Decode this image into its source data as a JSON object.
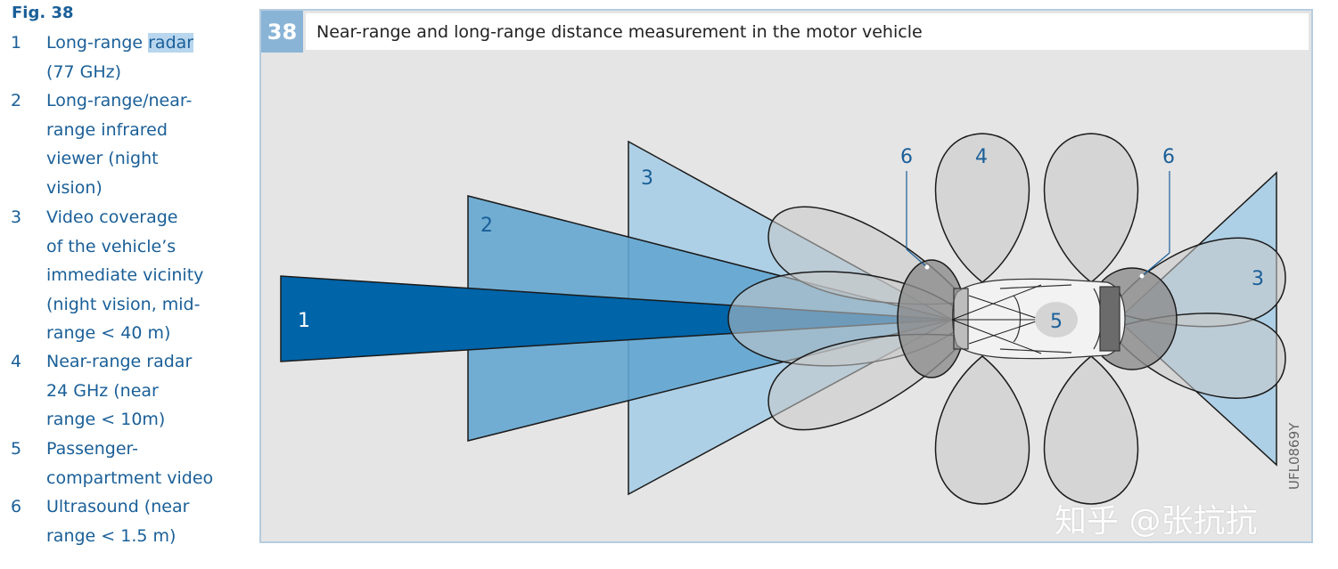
{
  "figure": {
    "label": "Fig. 38",
    "badge": "38",
    "caption": "Near-range and long-range distance measurement in the motor vehicle",
    "code": "UFL0869Y"
  },
  "legend": {
    "items": [
      {
        "num": "1",
        "text_pre": "Long-range ",
        "text_hl": "radar",
        "text_post": "\n(77 GHz)"
      },
      {
        "num": "2",
        "text": "Long-range/near-\nrange infrared\nviewer (night\nvision)"
      },
      {
        "num": "3",
        "text": "Video coverage\nof the vehicle’s\nimmediate vicinity\n(night vision, mid-\nrange < 40 m)"
      },
      {
        "num": "4",
        "text": "Near-range radar\n24 GHz (near\nrange < 10m)"
      },
      {
        "num": "5",
        "text": "Passenger-\ncompartment video"
      },
      {
        "num": "6",
        "text": "Ultrasound (near\nrange < 1.5 m)"
      }
    ]
  },
  "diagram_labels": {
    "l1": "1",
    "l2": "2",
    "l3a": "3",
    "l3b": "3",
    "l4": "4",
    "l5": "5",
    "l6a": "6",
    "l6b": "6"
  },
  "watermark": "知乎 @张抗抗",
  "colors": {
    "radar_77": "#0064a8",
    "infrared": "#64a6d0",
    "video": "#aed0e6",
    "near_radar": "#c8c8c8",
    "ultrasound": "#8c8c8c",
    "frame_bg": "#e5e5e5",
    "text_blue": "#1a5f98"
  }
}
